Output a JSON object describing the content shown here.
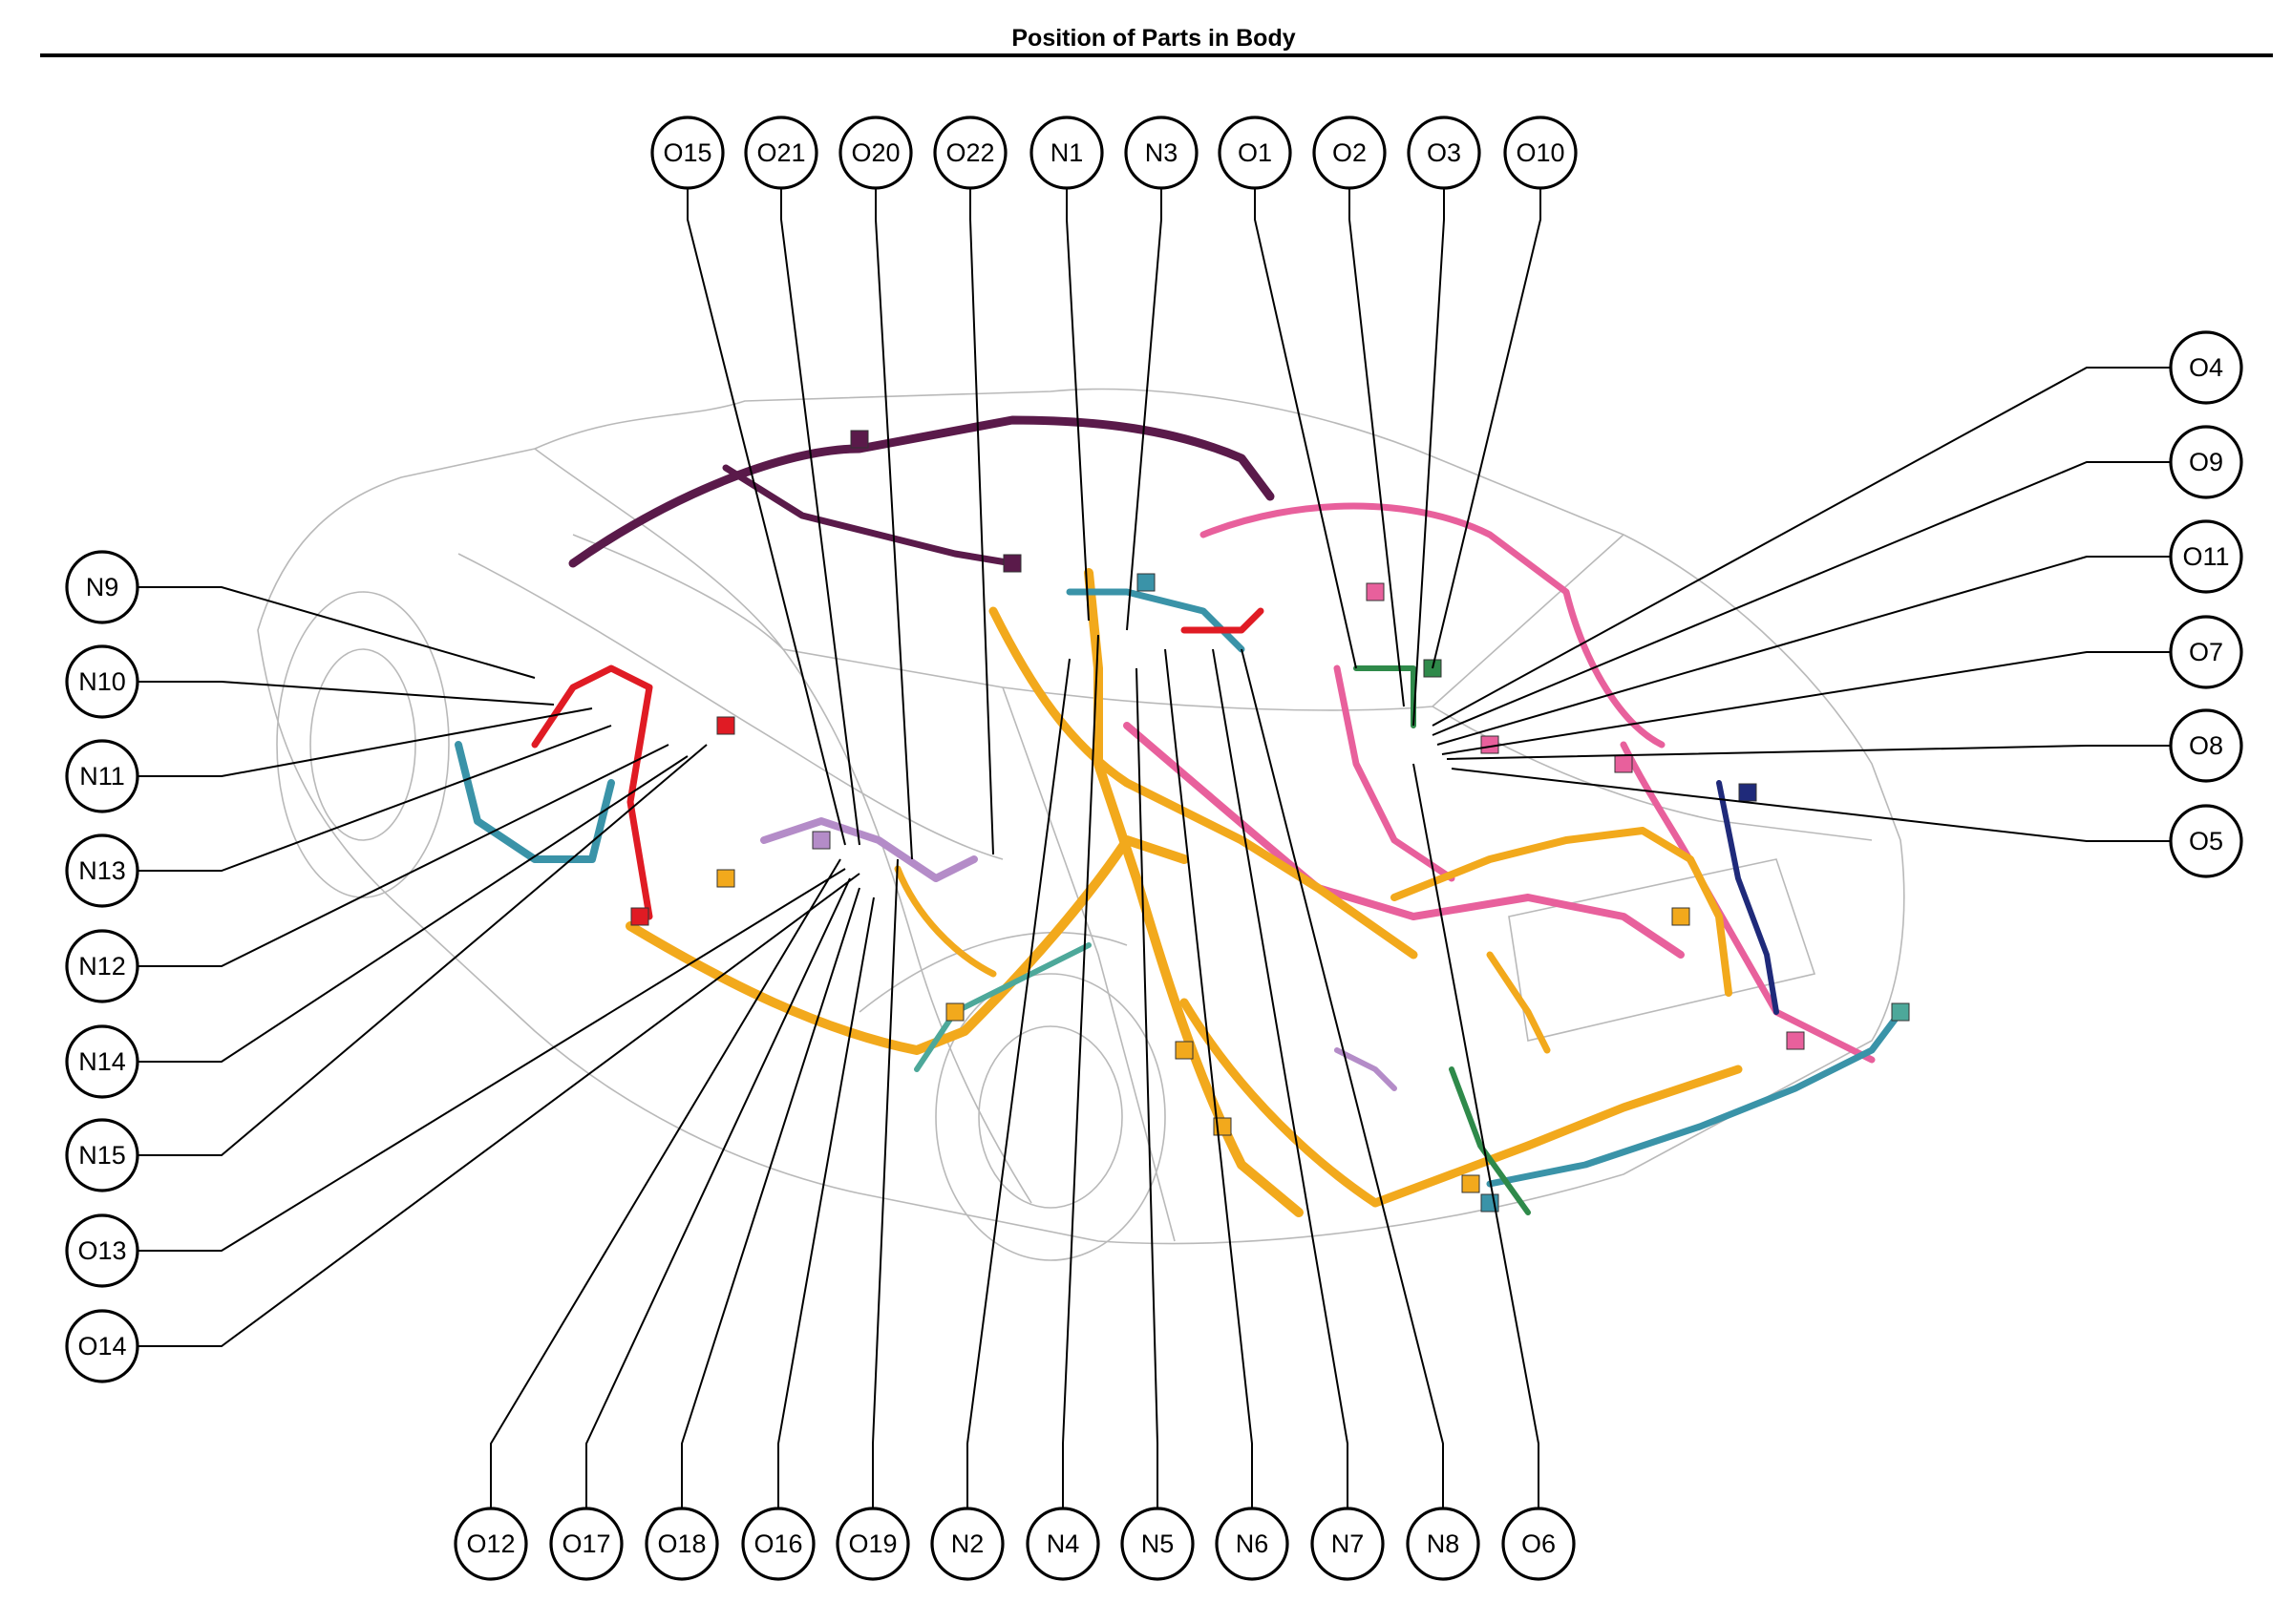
{
  "title": "Position of Parts in Body",
  "colors": {
    "orange": "#f2a91c",
    "pink": "#e8609c",
    "purple": "#5a1a4a",
    "teal": "#3a93a8",
    "red": "#e01b24",
    "green": "#2f8a4a",
    "lavender": "#b48cc8",
    "navy": "#1f2a7a",
    "seagreen": "#4da89a"
  },
  "callouts": {
    "top": [
      "O15",
      "O21",
      "O20",
      "O22",
      "N1",
      "N3",
      "O1",
      "O2",
      "O3",
      "O10"
    ],
    "left": [
      "N9",
      "N10",
      "N11",
      "N13",
      "N12",
      "N14",
      "N15",
      "O13",
      "O14"
    ],
    "right": [
      "O4",
      "O9",
      "O11",
      "O7",
      "O8",
      "O5"
    ],
    "bottom": [
      "O12",
      "O17",
      "O18",
      "O16",
      "O19",
      "N2",
      "N4",
      "N5",
      "N6",
      "N7",
      "N8",
      "O6"
    ]
  }
}
